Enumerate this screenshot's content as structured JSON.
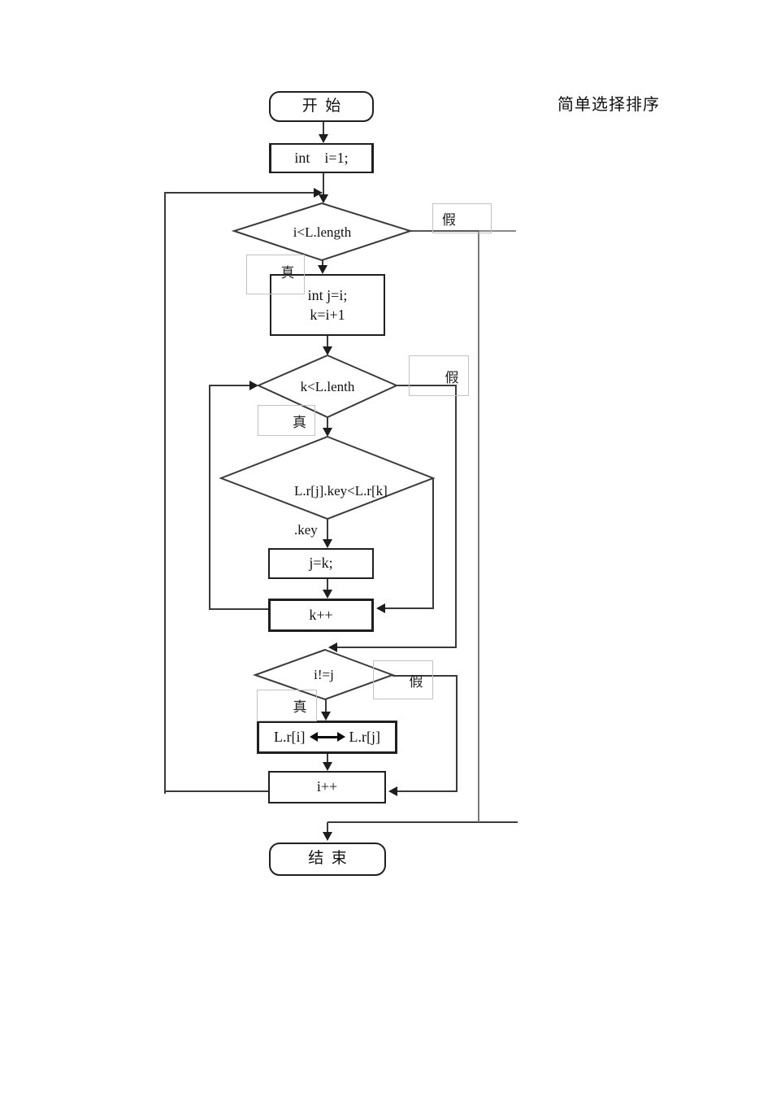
{
  "page": {
    "title": "简单选择排序"
  },
  "flowchart": {
    "nodes": {
      "start": {
        "type": "terminal",
        "label": "开  始"
      },
      "init_i": {
        "type": "process",
        "label": "int    i=1;"
      },
      "outer_cond": {
        "type": "decision",
        "label": "i<L.length"
      },
      "init_jk": {
        "type": "process",
        "line1": "int j=i;",
        "line2": "k=i+1"
      },
      "inner_cond": {
        "type": "decision",
        "label": "k<L.lenth"
      },
      "compare_cond": {
        "type": "decision",
        "line1": "L.r[j].key<L.r[k]",
        "line2": ".key"
      },
      "set_j": {
        "type": "process",
        "label": "j=k;"
      },
      "inc_k": {
        "type": "process",
        "label": "k++"
      },
      "swap_cond": {
        "type": "decision",
        "label": "i!=j"
      },
      "swap": {
        "type": "process",
        "left": "L.r[i]",
        "right": "L.r[j]"
      },
      "inc_i": {
        "type": "process",
        "label": "i++"
      },
      "end": {
        "type": "terminal",
        "label": "结  束"
      }
    },
    "branch_labels": {
      "true": "真",
      "false": "假"
    },
    "colors": {
      "line": "#3a3a3a",
      "line_light": "#7a7a7a",
      "node_border": "#1f1f1f",
      "label_box_border": "#c2c2c2",
      "text": "#111111",
      "background": "#ffffff"
    }
  }
}
